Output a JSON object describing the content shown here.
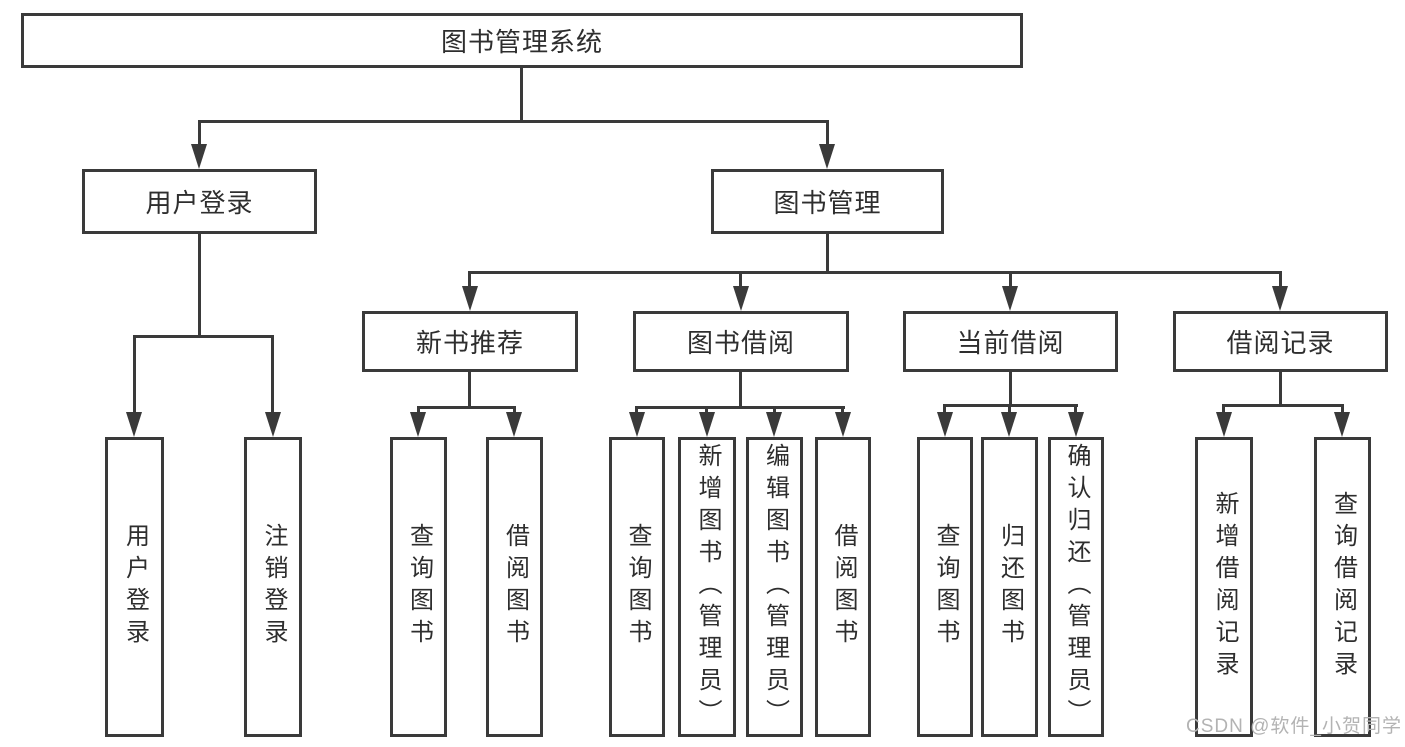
{
  "diagram": {
    "root": "图书管理系统",
    "level2": [
      "用户登录",
      "图书管理"
    ],
    "level3": [
      "新书推荐",
      "图书借阅",
      "当前借阅",
      "借阅记录"
    ],
    "leaves_user_login": [
      "用户登录",
      "注销登录"
    ],
    "leaves_new_books": [
      "查询图书",
      "借阅图书"
    ],
    "leaves_book_borrow": [
      "查询图书",
      "新增图书（管理员）",
      "编辑图书（管理员）",
      "借阅图书"
    ],
    "leaves_current_borrow": [
      "查询图书",
      "归还图书",
      "确认归还（管理员）"
    ],
    "leaves_borrow_records": [
      "新增借阅记录",
      "查询借阅记录"
    ]
  },
  "watermark": "CSDN @软件_小贺同学",
  "colors": {
    "line": "#3a3a3a",
    "text": "#2e2e2e",
    "watermark": "#b3b3b3",
    "background": "#ffffff"
  }
}
